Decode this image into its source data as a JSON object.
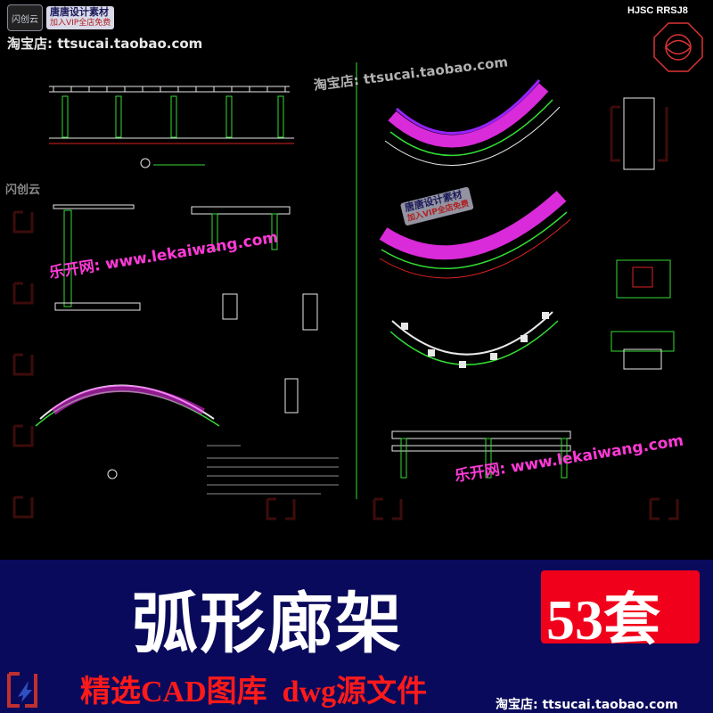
{
  "watermarks": {
    "badge_small": "闪创云",
    "badge_line1": "唐唐设计素材",
    "badge_line2": "加入VIP全店免费",
    "shop": "淘宝店: ttsucai.taobao.com",
    "shanchuang": "闪创云",
    "lekaiwang": "乐开网: www.lekaiwang.com"
  },
  "product_code": "HJSC RRSJ8",
  "banner": {
    "title": "弧形廊架",
    "count": "53套",
    "subtitle": "精选CAD图库  dwg源文件",
    "shop_bottom": "淘宝店: ttsucai.taobao.com"
  },
  "colors": {
    "background": "#000000",
    "banner_bg": "#0a0a5c",
    "count_box": "#f0001a",
    "subtitle": "#ff1a1a",
    "watermark_magenta": "#ff3ad8",
    "cad_green": "#33dd33",
    "cad_magenta": "#ff33ff",
    "cad_red": "#dd2222",
    "cad_white": "#e8e8e8"
  }
}
